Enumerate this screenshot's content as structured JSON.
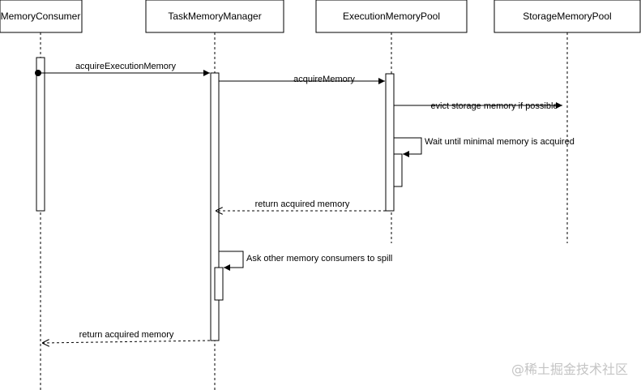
{
  "participants": [
    {
      "id": "consumer",
      "label": "MemoryConsumer"
    },
    {
      "id": "tmm",
      "label": "TaskMemoryManager"
    },
    {
      "id": "emp",
      "label": "ExecutionMemoryPool"
    },
    {
      "id": "smp",
      "label": "StorageMemoryPool"
    }
  ],
  "messages": [
    {
      "id": "acquire-execution-memory",
      "from": "consumer",
      "to": "tmm",
      "type": "sync",
      "label": "acquireExecutionMemory"
    },
    {
      "id": "acquire-memory",
      "from": "tmm",
      "to": "emp",
      "type": "sync",
      "label": "acquireMemory"
    },
    {
      "id": "evict-storage",
      "from": "emp",
      "to": "smp",
      "type": "sync",
      "label": "evict storage memory if possible"
    },
    {
      "id": "wait-minimal",
      "from": "emp",
      "to": "emp",
      "type": "self",
      "label": "Wait until minimal memory is acquired"
    },
    {
      "id": "return-acquired-1",
      "from": "emp",
      "to": "tmm",
      "type": "return",
      "label": "return acquired memory"
    },
    {
      "id": "ask-spill",
      "from": "tmm",
      "to": "tmm",
      "type": "self",
      "label": "Ask other memory consumers to spill"
    },
    {
      "id": "return-acquired-2",
      "from": "tmm",
      "to": "consumer",
      "type": "return",
      "label": "return acquired memory"
    }
  ],
  "watermark": "@稀土掘金技术社区",
  "colors": {
    "line": "#000000",
    "box_fill": "#ffffff",
    "watermark": "#c4c4c4"
  }
}
